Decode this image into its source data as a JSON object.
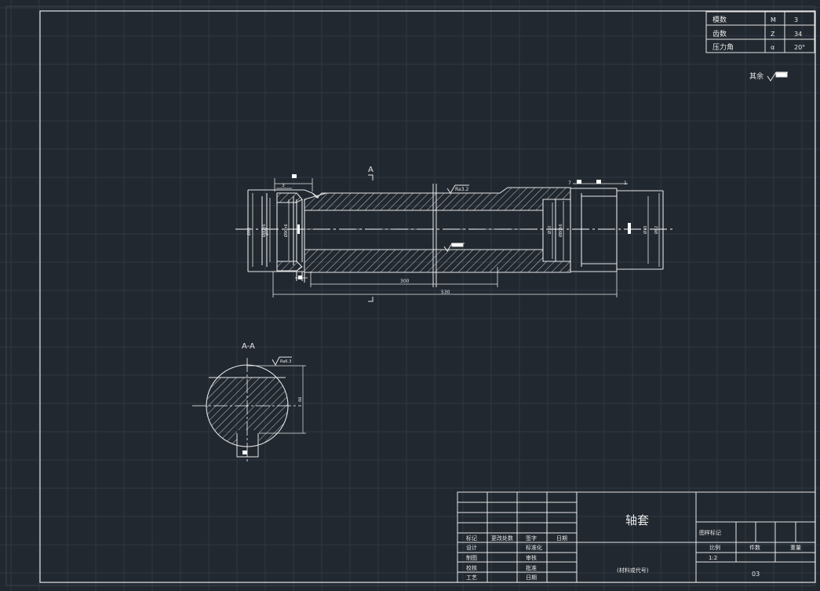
{
  "colors": {
    "background": "#212830",
    "grid": "#2f3742",
    "line": "#e6e6e6",
    "hatch": "#c8c8c8",
    "axis": "#ffffff"
  },
  "gear_params": [
    {
      "name": "模数",
      "symbol": "M",
      "value": "3"
    },
    {
      "name": "齿数",
      "symbol": "Z",
      "value": "34"
    },
    {
      "name": "压力角",
      "symbol": "α",
      "value": "20°"
    }
  ],
  "surface_note": {
    "label": "其余"
  },
  "section_marks": {
    "top": "A",
    "section_title": "A-A"
  },
  "dims": {
    "length_300": "300",
    "length_530": "530",
    "left_small": "3",
    "right_small": "7",
    "right_small2": "1",
    "roughness_top": "Ra3.2",
    "roughness_section": "Ra6.3",
    "section_height": "66",
    "dia_left_1": "Ø82",
    "dia_left_2": "Ø77",
    "dia_left_3": "Ø90h6",
    "dia_left_4": "Ø80h6",
    "dia_right_1": "Ø70",
    "dia_right_2": "Ø80h6",
    "dia_right_3": "Ø70",
    "dia_right_4": "Ø82"
  },
  "title_block": {
    "part_name": "轴套",
    "material": "(材料或代号)",
    "drawing_no": "03",
    "labels": {
      "mark": "标记",
      "change": "更改处数",
      "sign": "签字",
      "date": "日期",
      "design": "设计",
      "standardize": "标准化",
      "draw": "制图",
      "review": "审核",
      "check": "校核",
      "approve": "批准",
      "process": "工艺",
      "date2": "日期",
      "stage_mark": "图样标记",
      "scale_label": "比例",
      "count_label": "件数",
      "weight_label": "重量",
      "scale_value": "1:2"
    }
  }
}
